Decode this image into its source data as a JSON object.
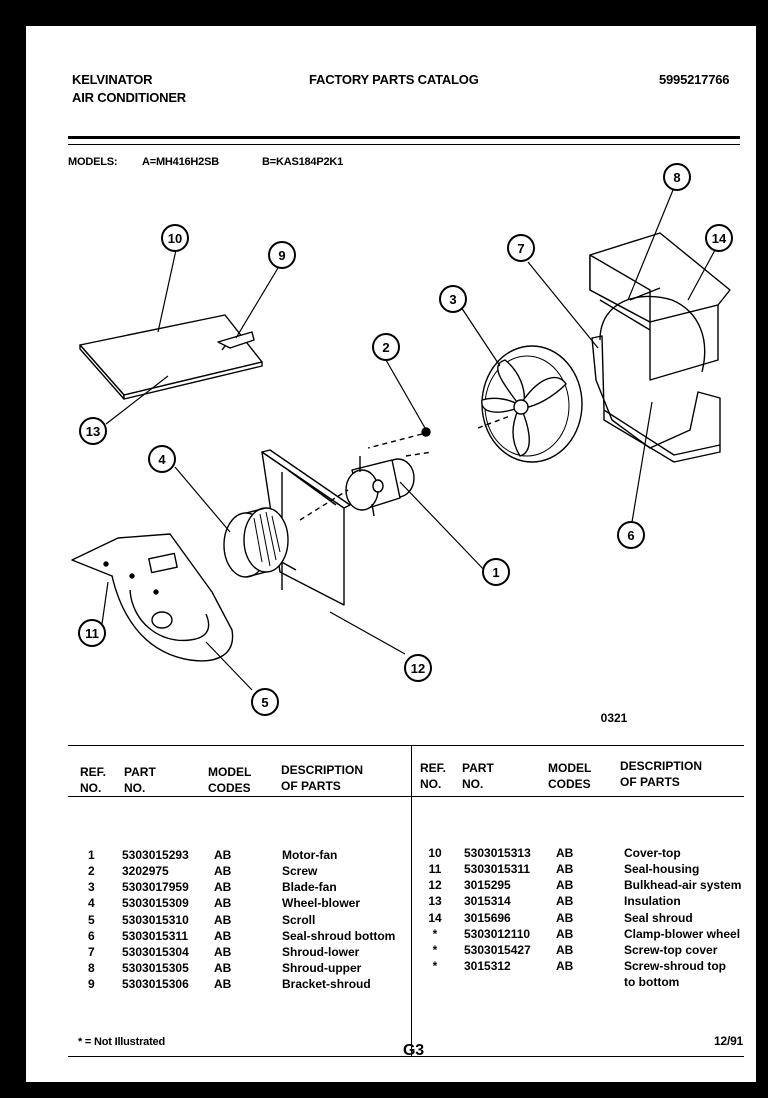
{
  "header": {
    "brand": "KELVINATOR",
    "product": "AIR CONDITIONER",
    "title": "FACTORY PARTS CATALOG",
    "catalog_no": "5995217766"
  },
  "models": {
    "label": "MODELS:",
    "a": "A=MH416H2SB",
    "b": "B=KAS184P2K1"
  },
  "diagram": {
    "callouts": [
      "1",
      "2",
      "3",
      "4",
      "5",
      "6",
      "7",
      "8",
      "9",
      "10",
      "11",
      "12",
      "13",
      "14"
    ],
    "code": "0321"
  },
  "table_headers": {
    "ref_no": [
      "REF.",
      "NO."
    ],
    "part_no": [
      "PART",
      "NO."
    ],
    "model_codes": [
      "MODEL",
      "CODES"
    ],
    "description": [
      "DESCRIPTION",
      "OF PARTS"
    ]
  },
  "parts_left": [
    {
      "ref": "1",
      "part": "5303015293",
      "codes": "AB",
      "desc": "Motor-fan"
    },
    {
      "ref": "2",
      "part": "3202975",
      "codes": "AB",
      "desc": "Screw"
    },
    {
      "ref": "3",
      "part": "5303017959",
      "codes": "AB",
      "desc": "Blade-fan"
    },
    {
      "ref": "4",
      "part": "5303015309",
      "codes": "AB",
      "desc": "Wheel-blower"
    },
    {
      "ref": "5",
      "part": "5303015310",
      "codes": "AB",
      "desc": "Scroll"
    },
    {
      "ref": "6",
      "part": "5303015311",
      "codes": "AB",
      "desc": "Seal-shroud bottom"
    },
    {
      "ref": "7",
      "part": "5303015304",
      "codes": "AB",
      "desc": "Shroud-lower"
    },
    {
      "ref": "8",
      "part": "5303015305",
      "codes": "AB",
      "desc": "Shroud-upper"
    },
    {
      "ref": "9",
      "part": "5303015306",
      "codes": "AB",
      "desc": "Bracket-shroud"
    }
  ],
  "parts_right": [
    {
      "ref": "10",
      "part": "5303015313",
      "codes": "AB",
      "desc": "Cover-top"
    },
    {
      "ref": "11",
      "part": "5303015311",
      "codes": "AB",
      "desc": "Seal-housing"
    },
    {
      "ref": "12",
      "part": "3015295",
      "codes": "AB",
      "desc": "Bulkhead-air system"
    },
    {
      "ref": "13",
      "part": "3015314",
      "codes": "AB",
      "desc": "Insulation"
    },
    {
      "ref": "14",
      "part": "3015696",
      "codes": "AB",
      "desc": "Seal shroud"
    },
    {
      "ref": "*",
      "part": "5303012110",
      "codes": "AB",
      "desc": "Clamp-blower wheel"
    },
    {
      "ref": "*",
      "part": "5303015427",
      "codes": "AB",
      "desc": "Screw-top cover"
    },
    {
      "ref": "*",
      "part": "3015312",
      "codes": "AB",
      "desc": "Screw-shroud top"
    },
    {
      "ref": "",
      "part": "",
      "codes": "",
      "desc": "to bottom"
    }
  ],
  "footer": {
    "note": "* = Not Illustrated",
    "page": "G3",
    "date": "12/91"
  }
}
